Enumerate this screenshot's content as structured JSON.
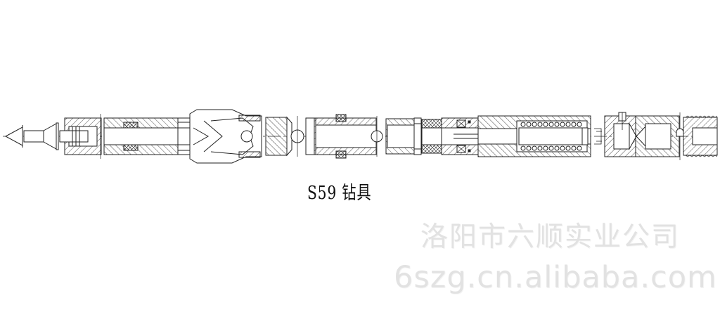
{
  "drawing": {
    "title": "S59 钻具",
    "type": "cross-section engineering drawing",
    "subject": "drill tool assembly",
    "line_color": "#222222",
    "background": "#ffffff"
  },
  "watermark": {
    "company": "洛阳市六顺实业公司",
    "url": "6szg.cn.alibaba.com",
    "color": "#e2e2e2"
  }
}
